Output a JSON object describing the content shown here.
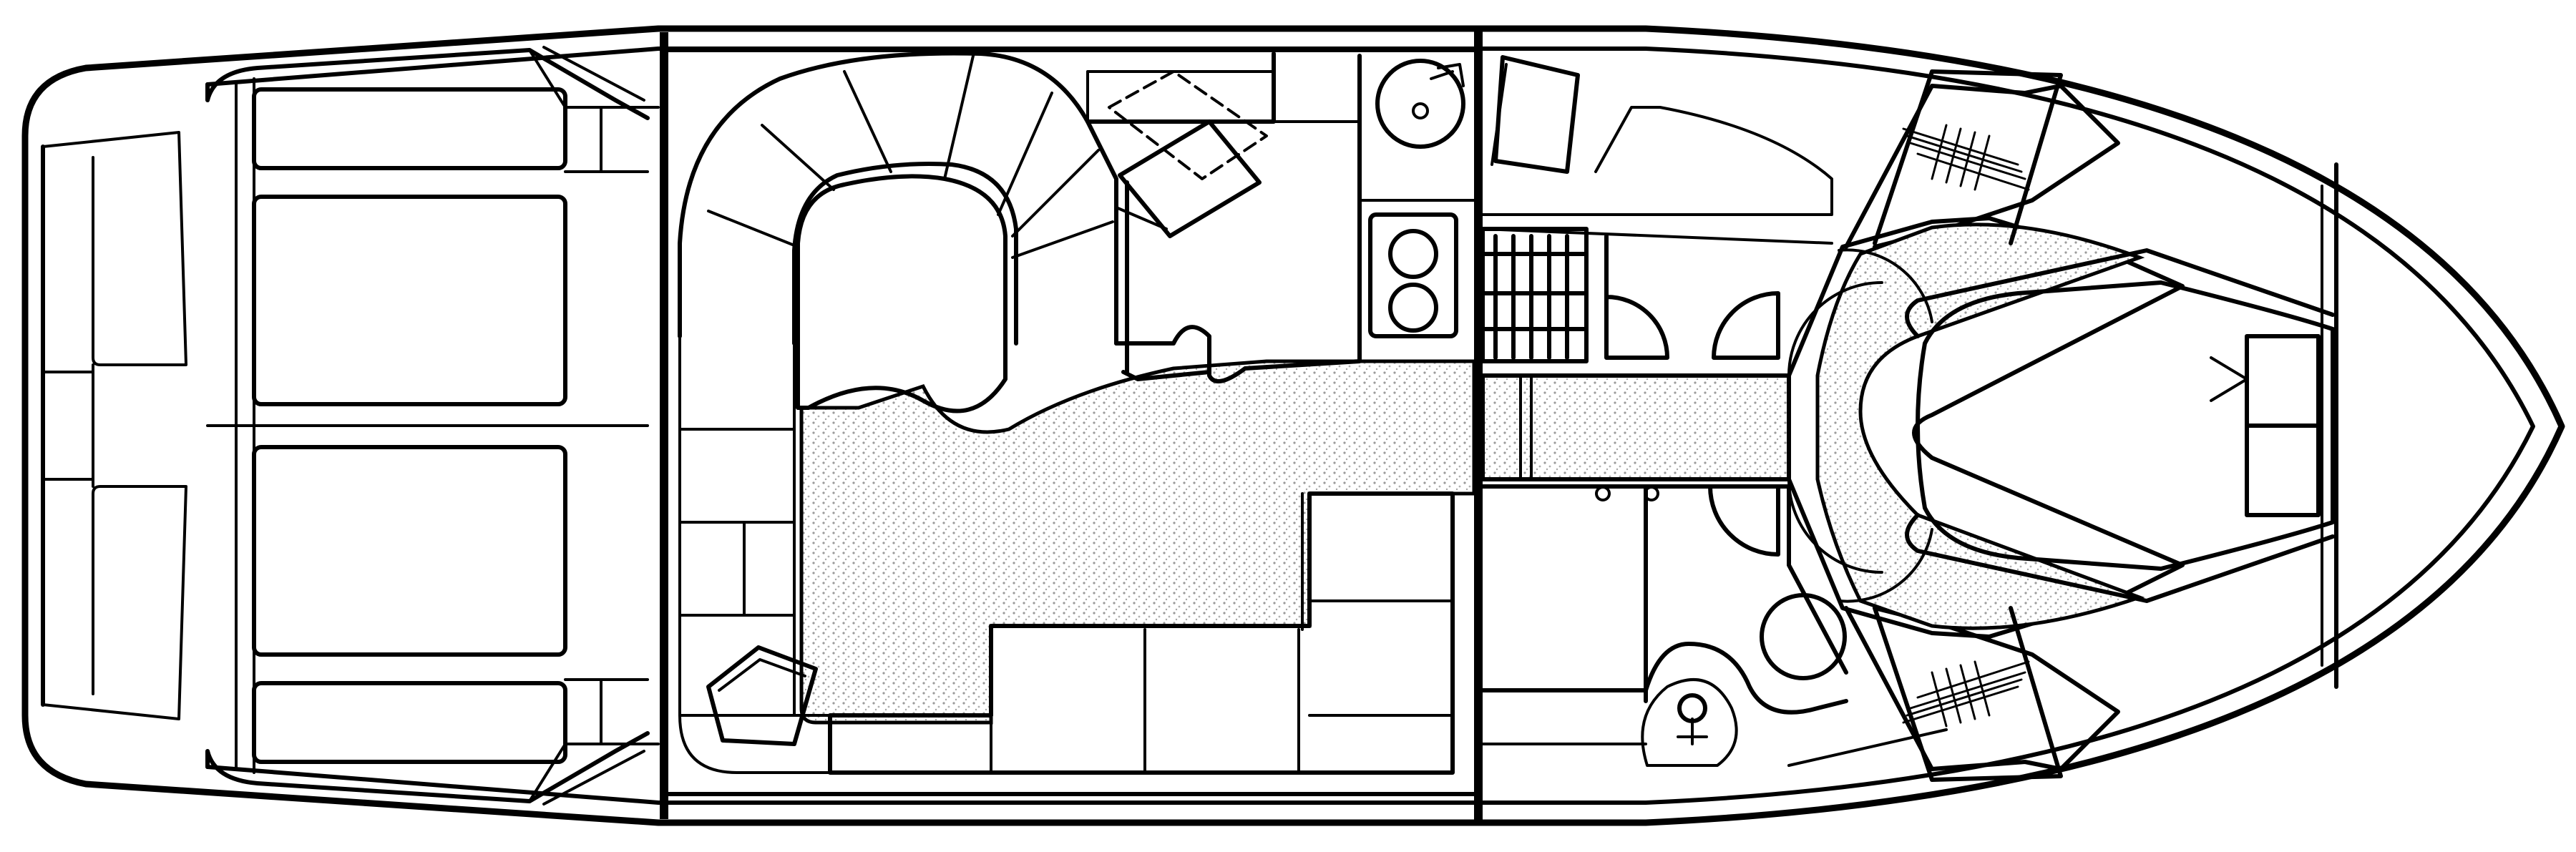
{
  "diagram": {
    "type": "boat-deck-floor-plan",
    "colors": {
      "line": "#000000",
      "background": "#ffffff",
      "carpet": "#d8d8d8"
    },
    "sections": [
      "cockpit",
      "salon",
      "galley",
      "forward-cabin",
      "head",
      "v-berth"
    ]
  }
}
